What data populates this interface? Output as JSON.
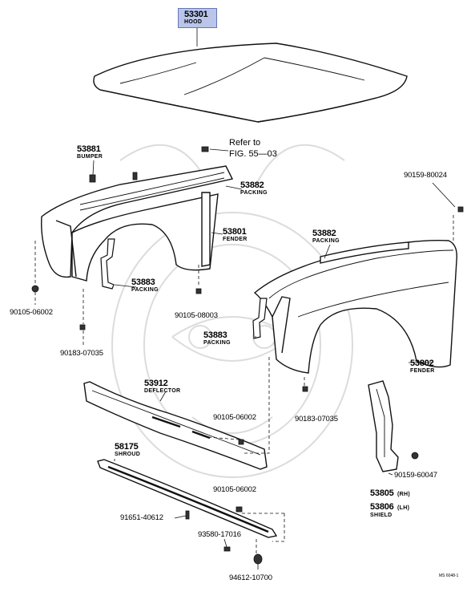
{
  "colors": {
    "highlight": "#b9c6ea",
    "highlight_border": "#6676b6",
    "line": "#111111",
    "watermark": "#d9d9d9"
  },
  "parts": {
    "hood": {
      "number": "53301",
      "name": "HOOD"
    },
    "bumper": {
      "number": "53881",
      "name": "BUMPER"
    },
    "refer": {
      "line1": "Refer to",
      "line2": "FIG. 55—03"
    },
    "packing_l_top": {
      "number": "53882",
      "name": "PACKING"
    },
    "fender_l": {
      "number": "53801",
      "name": "FENDER"
    },
    "packing_r_top": {
      "number": "53882",
      "name": "PACKING"
    },
    "bolt_90159_80024": {
      "number": "90159-80024"
    },
    "packing_l_low": {
      "number": "53883",
      "name": "PACKING"
    },
    "bolt_90105_06002_a": {
      "number": "90105-06002"
    },
    "bolt_90105_08003": {
      "number": "90105-08003"
    },
    "packing_r_low": {
      "number": "53883",
      "name": "PACKING"
    },
    "nut_90183_07035_a": {
      "number": "90183-07035"
    },
    "fender_r": {
      "number": "53802",
      "name": "FENDER"
    },
    "deflector": {
      "number": "53912",
      "name": "DEFLECTOR"
    },
    "bolt_90105_06002_b": {
      "number": "90105-06002"
    },
    "nut_90183_07035_b": {
      "number": "90183-07035"
    },
    "shroud": {
      "number": "58175",
      "name": "SHROUD"
    },
    "bolt_90159_60047": {
      "number": "90159-60047"
    },
    "bolt_90105_06002_c": {
      "number": "90105-06002"
    },
    "shield": {
      "number_rh": "53805",
      "tag_rh": "(RH)",
      "number_lh": "53806",
      "tag_lh": "(LH)",
      "name": "SHIELD"
    },
    "clip_91651_40612": {
      "number": "91651-40612"
    },
    "clip_93580_17016": {
      "number": "93580-17016"
    },
    "clip_94612_10700": {
      "number": "94612-10700"
    }
  },
  "footer": {
    "code": "MS 6048-1"
  }
}
